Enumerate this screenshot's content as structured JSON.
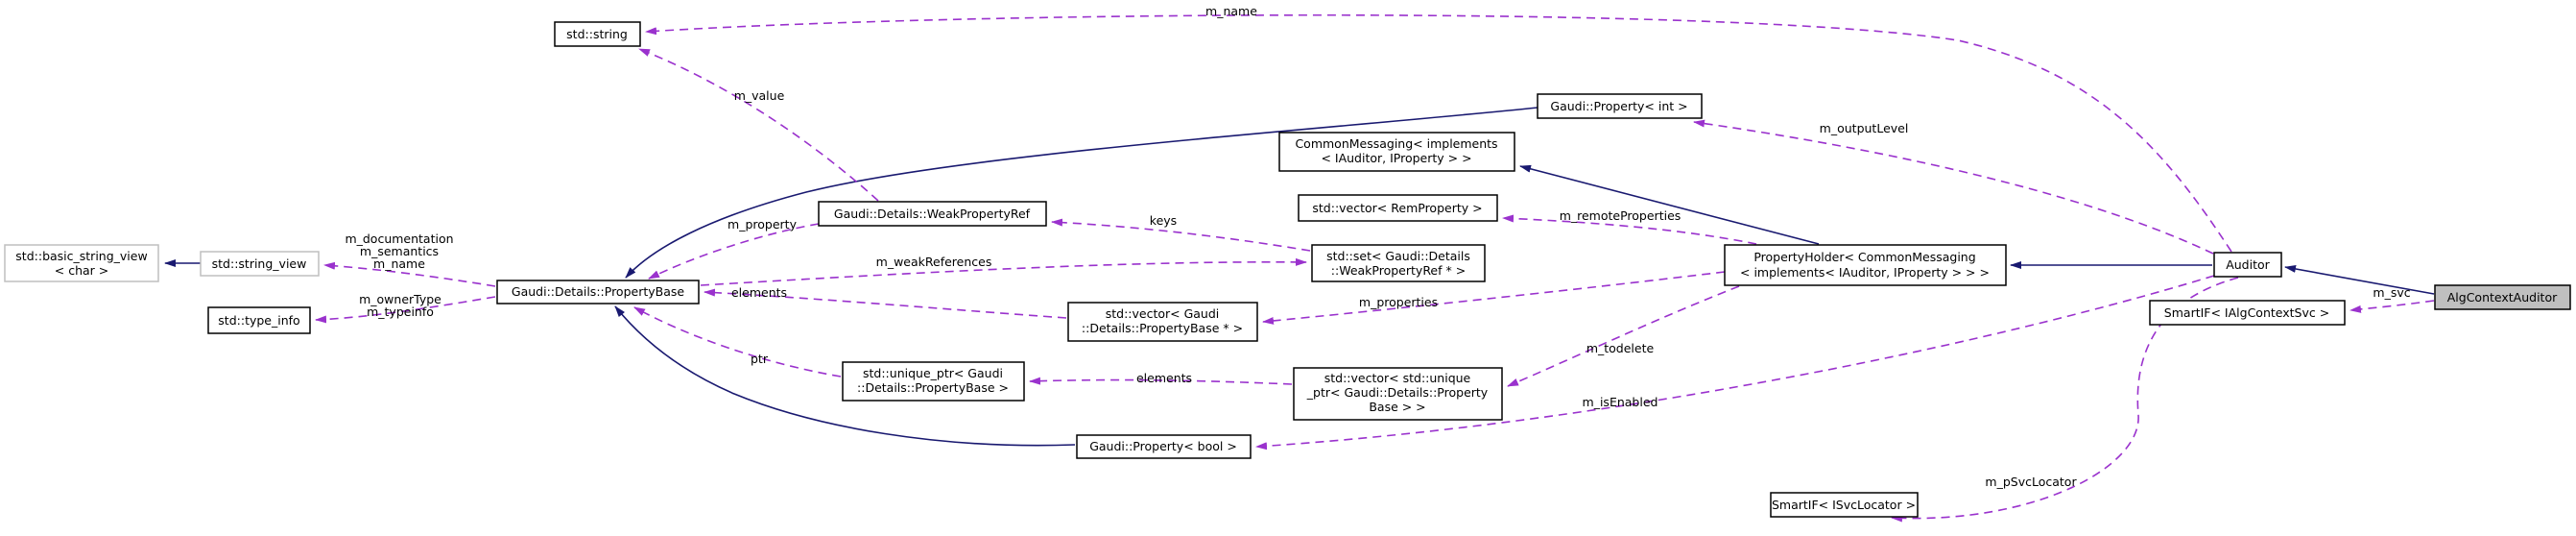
{
  "colors": {
    "background": "#ffffff",
    "inheritance_edge": "#191970",
    "usage_edge": "#9a32cd",
    "node_fill": "#ffffff",
    "node_border": "#000000",
    "external_node_border": "#bfbfbf",
    "focus_node_fill": "#bfbfbf",
    "text": "#000000"
  },
  "nodes": {
    "basic_string_view": {
      "lines": [
        "std::basic_string_view",
        "< char >"
      ]
    },
    "string_view": {
      "lines": [
        "std::string_view"
      ]
    },
    "type_info": {
      "lines": [
        "std::type_info"
      ]
    },
    "std_string": {
      "lines": [
        "std::string"
      ]
    },
    "property_base": {
      "lines": [
        "Gaudi::Details::PropertyBase"
      ]
    },
    "weak_property_ref": {
      "lines": [
        "Gaudi::Details::WeakPropertyRef"
      ]
    },
    "set_weak_property_ref": {
      "lines": [
        "std::set< Gaudi::Details",
        "::WeakPropertyRef * >"
      ]
    },
    "vector_property_base": {
      "lines": [
        "std::vector< Gaudi",
        "::Details::PropertyBase * >"
      ]
    },
    "unique_ptr_property_base": {
      "lines": [
        "std::unique_ptr< Gaudi",
        "::Details::PropertyBase >"
      ]
    },
    "vector_unique_ptr": {
      "lines": [
        "std::vector< std::unique",
        "_ptr< Gaudi::Details::Property",
        "Base > >"
      ]
    },
    "property_bool": {
      "lines": [
        "Gaudi::Property< bool >"
      ]
    },
    "property_int": {
      "lines": [
        "Gaudi::Property< int >"
      ]
    },
    "common_messaging": {
      "lines": [
        "CommonMessaging< implements",
        "< IAuditor, IProperty > >"
      ]
    },
    "vector_rem_property": {
      "lines": [
        "std::vector< RemProperty >"
      ]
    },
    "property_holder": {
      "lines": [
        "PropertyHolder< CommonMessaging",
        "< implements< IAuditor, IProperty > > >"
      ]
    },
    "auditor": {
      "lines": [
        "Auditor"
      ]
    },
    "alg_context_auditor": {
      "lines": [
        "AlgContextAuditor"
      ]
    },
    "smartif_alg_context_svc": {
      "lines": [
        "SmartIF< IAlgContextSvc >"
      ]
    },
    "smartif_svc_locator": {
      "lines": [
        "SmartIF< ISvcLocator >"
      ]
    }
  },
  "edge_labels": {
    "m_name_auditor": "m_name",
    "m_value": "m_value",
    "m_property": "m_property",
    "keys": "keys",
    "m_weakReferences": "m_weakReferences",
    "elements_vector_property_base": "elements",
    "m_properties": "m_properties",
    "elements_vector_unique_ptr": "elements",
    "ptr": "ptr",
    "m_remoteProperties": "m_remoteProperties",
    "m_outputLevel": "m_outputLevel",
    "m_todelete": "m_todelete",
    "m_isEnabled": "m_isEnabled",
    "m_svc": "m_svc",
    "m_pSvcLocator": "m_pSvcLocator",
    "property_base_string_view": [
      "m_documentation",
      "m_semantics",
      "m_name"
    ],
    "property_base_type_info": [
      "m_ownerType",
      "m_typeinfo"
    ]
  }
}
